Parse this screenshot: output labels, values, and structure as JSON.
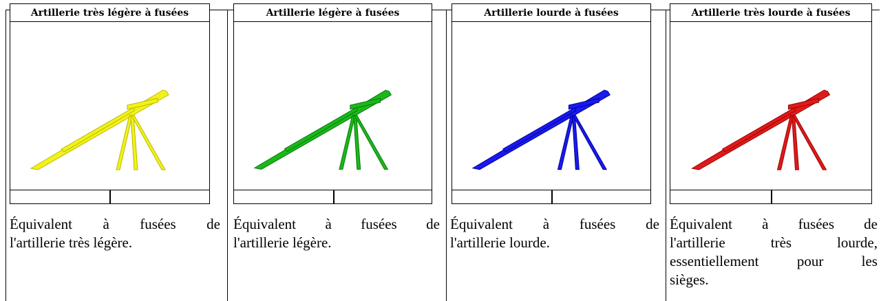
{
  "columns": [
    {
      "title": "Artillerie très légère à fusées",
      "color": "#f2f21a",
      "edge_color": "#b9b900",
      "description_lines": [
        "Équivalent à fusées de",
        "l'artillerie très légère."
      ],
      "description_words": [
        [
          "Équivalent",
          "à",
          "fusées",
          "de"
        ],
        [
          "l'artillerie très légère."
        ]
      ]
    },
    {
      "title": "Artillerie légère à fusées",
      "color": "#1ab81a",
      "edge_color": "#0a7a0a",
      "description_lines": [
        "Équivalent à fusées de",
        "l'artillerie légère."
      ],
      "description_words": [
        [
          "Équivalent",
          "à",
          "fusées",
          "de"
        ],
        [
          "l'artillerie légère."
        ]
      ]
    },
    {
      "title": "Artillerie lourde à fusées",
      "color": "#1a1aee",
      "edge_color": "#00009a",
      "description_lines": [
        "Équivalent à fusées de",
        "l'artillerie lourde."
      ],
      "description_words": [
        [
          "Équivalent",
          "à",
          "fusées",
          "de"
        ],
        [
          "l'artillerie lourde."
        ]
      ]
    },
    {
      "title": "Artillerie très lourde à fusées",
      "color": "#e01a1a",
      "edge_color": "#9a0000",
      "description_lines": [
        "Équivalent à fusées de",
        "l'artillerie très lourde,",
        "essentiellement pour les",
        "sièges."
      ],
      "description_words": [
        [
          "Équivalent",
          "à",
          "fusées",
          "de"
        ],
        [
          "l'artillerie",
          "très",
          "lourde,"
        ],
        [
          "essentiellement",
          "pour",
          "les"
        ],
        [
          "sièges."
        ]
      ]
    }
  ]
}
